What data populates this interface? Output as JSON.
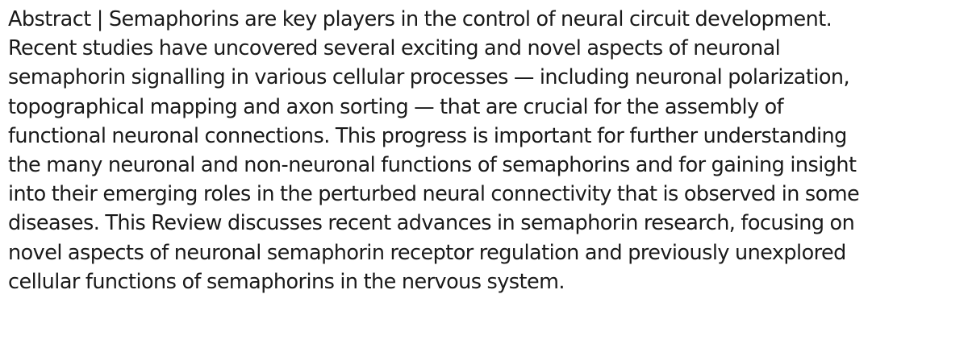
{
  "abstract": {
    "heading": "Abstract",
    "separator": " | ",
    "lines": [
      "Semaphorins are key players in the control of neural circuit development.",
      "Recent studies have uncovered several exciting and novel aspects of neuronal",
      "semaphorin signalling in various cellular processes — including neuronal polarization,",
      "topographical mapping and axon sorting — that are crucial for the assembly of",
      "functional neuronal connections. This progress is important for further understanding",
      "the many neuronal and non-neuronal functions of semaphorins and for gaining insight",
      "into their emerging roles in the perturbed neural connectivity that is observed in some",
      "diseases. This Review discusses recent advances in semaphorin research, focusing on",
      "novel aspects of neuronal semaphorin receptor regulation and previously unexplored",
      "cellular functions of semaphorins in the nervous system."
    ]
  }
}
